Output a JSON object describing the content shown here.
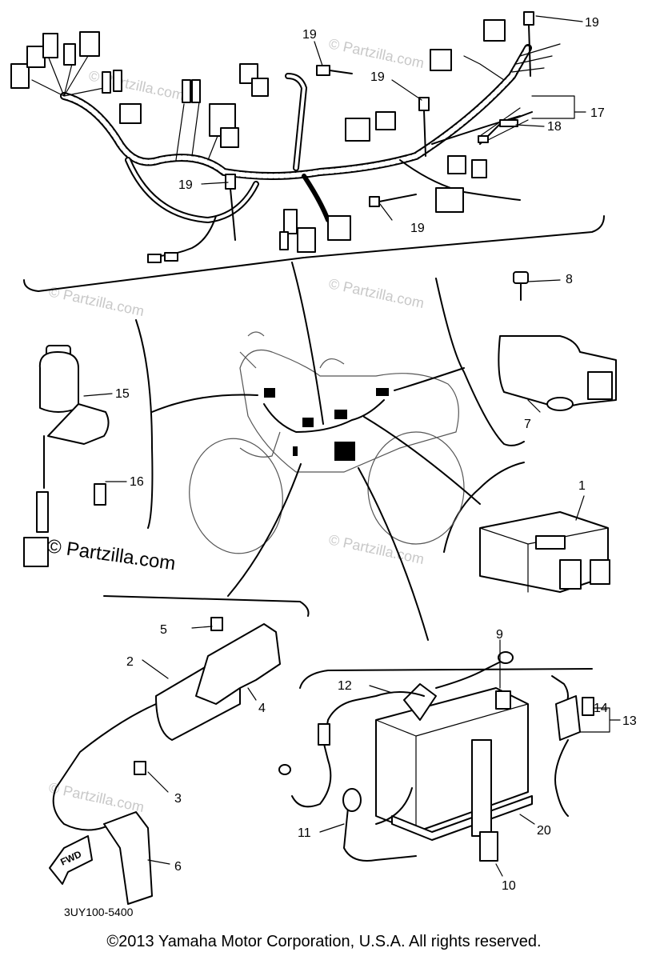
{
  "diagram": {
    "part_code": "3UY100-5400",
    "fwd_label": "FWD",
    "watermark_main": "© Partzilla.com",
    "watermark_faint": "© Partzilla.com",
    "copyright": "©2013 Yamaha Motor Corporation, U.S.A. All rights reserved.",
    "callouts": {
      "c1": "1",
      "c2": "2",
      "c3": "3",
      "c4": "4",
      "c5": "5",
      "c6": "6",
      "c7": "7",
      "c8": "8",
      "c9": "9",
      "c10": "10",
      "c11": "11",
      "c12": "12",
      "c13": "13",
      "c14": "14",
      "c15": "15",
      "c16": "16",
      "c17": "17",
      "c18": "18",
      "c19a": "19",
      "c19b": "19",
      "c19c": "19",
      "c19d": "19",
      "c19e": "19",
      "c20": "20"
    }
  }
}
